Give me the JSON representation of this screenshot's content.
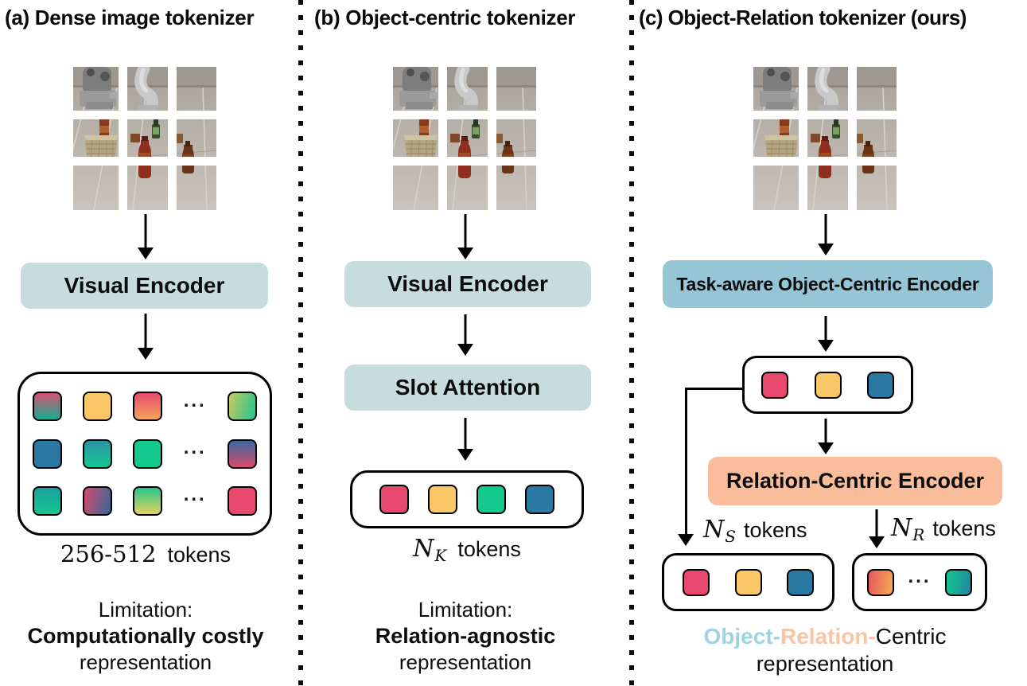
{
  "tokens": {
    "dots_glyph": "...",
    "styles": {
      "red": "#e8486d",
      "yellow": "#f9c766",
      "green": "#12c98e",
      "blue": "#2979a3",
      "grad_red_teal": "linear-gradient(180deg,#d4516f,#16ad90)",
      "grad_red_orange": "linear-gradient(180deg,#e84a6b,#f5a45f)",
      "grad_lime_green": "linear-gradient(105deg,#c9ca60,#1fc48e)",
      "grad_teal": "linear-gradient(180deg,#2e93a3,#15c791)",
      "grad_blue_red": "linear-gradient(180deg,#35689c,#da4a6e)",
      "grad_teal_green": "linear-gradient(180deg,#1b9fa0,#15c78f)",
      "grad_pink_blue": "linear-gradient(105deg,#d84a6e,#34689a)",
      "grad_green_yellow": "linear-gradient(180deg,#25c58c,#e6d35f)",
      "grad_red_orange_h": "linear-gradient(100deg,#e6555f,#f6ac52)",
      "grad_green_teal_h": "linear-gradient(100deg,#16c78e,#1e86a1)"
    }
  },
  "colors": {
    "encoder_teal": "#c7dcdc",
    "encoder_blue": "#96c5d6",
    "encoder_peach": "#f9bd9c"
  },
  "panels": {
    "a": {
      "title": "(a) Dense image tokenizer",
      "encoder1": "Visual Encoder",
      "grid_rows": [
        [
          "grad_red_teal",
          "yellow",
          "grad_red_orange",
          "dots",
          "grad_lime_green"
        ],
        [
          "blue",
          "grad_teal",
          "green",
          "dots",
          "grad_blue_red"
        ],
        [
          "grad_teal_green",
          "grad_pink_blue",
          "grad_green_yellow",
          "dots",
          "red"
        ]
      ],
      "count_value": "256-512",
      "count_word": "tokens",
      "limitation_label": "Limitation:",
      "limitation_bold": "Computationally costly",
      "limitation_rest": "representation"
    },
    "b": {
      "title": "(b) Object-centric tokenizer",
      "encoder1": "Visual Encoder",
      "encoder2": "Slot Attention",
      "row": [
        "red",
        "yellow",
        "green",
        "blue"
      ],
      "count_sym": "N",
      "count_sub": "K",
      "count_word": "tokens",
      "limitation_label": "Limitation:",
      "limitation_bold": "Relation-agnostic",
      "limitation_rest": "representation"
    },
    "c": {
      "title": "(c) Object-Relation tokenizer (ours)",
      "encoder1": "Task-aware Object-Centric Encoder",
      "encoder2": "Relation-Centric Encoder",
      "slot_row": [
        "red",
        "yellow",
        "blue"
      ],
      "ns_sym": "N",
      "ns_sub": "S",
      "ns_word": "tokens",
      "nr_sym": "N",
      "nr_sub": "R",
      "nr_word": "tokens",
      "object_row": [
        "red",
        "yellow",
        "blue"
      ],
      "relation_row": [
        "grad_red_orange_h",
        "dots",
        "grad_green_teal_h"
      ],
      "caption_object": "Object-",
      "caption_object_color": "#9ed3e2",
      "caption_relation": "Relation-",
      "caption_relation_color": "#f9c4a4",
      "caption_centric": "Centric",
      "caption_line2": "representation"
    }
  }
}
